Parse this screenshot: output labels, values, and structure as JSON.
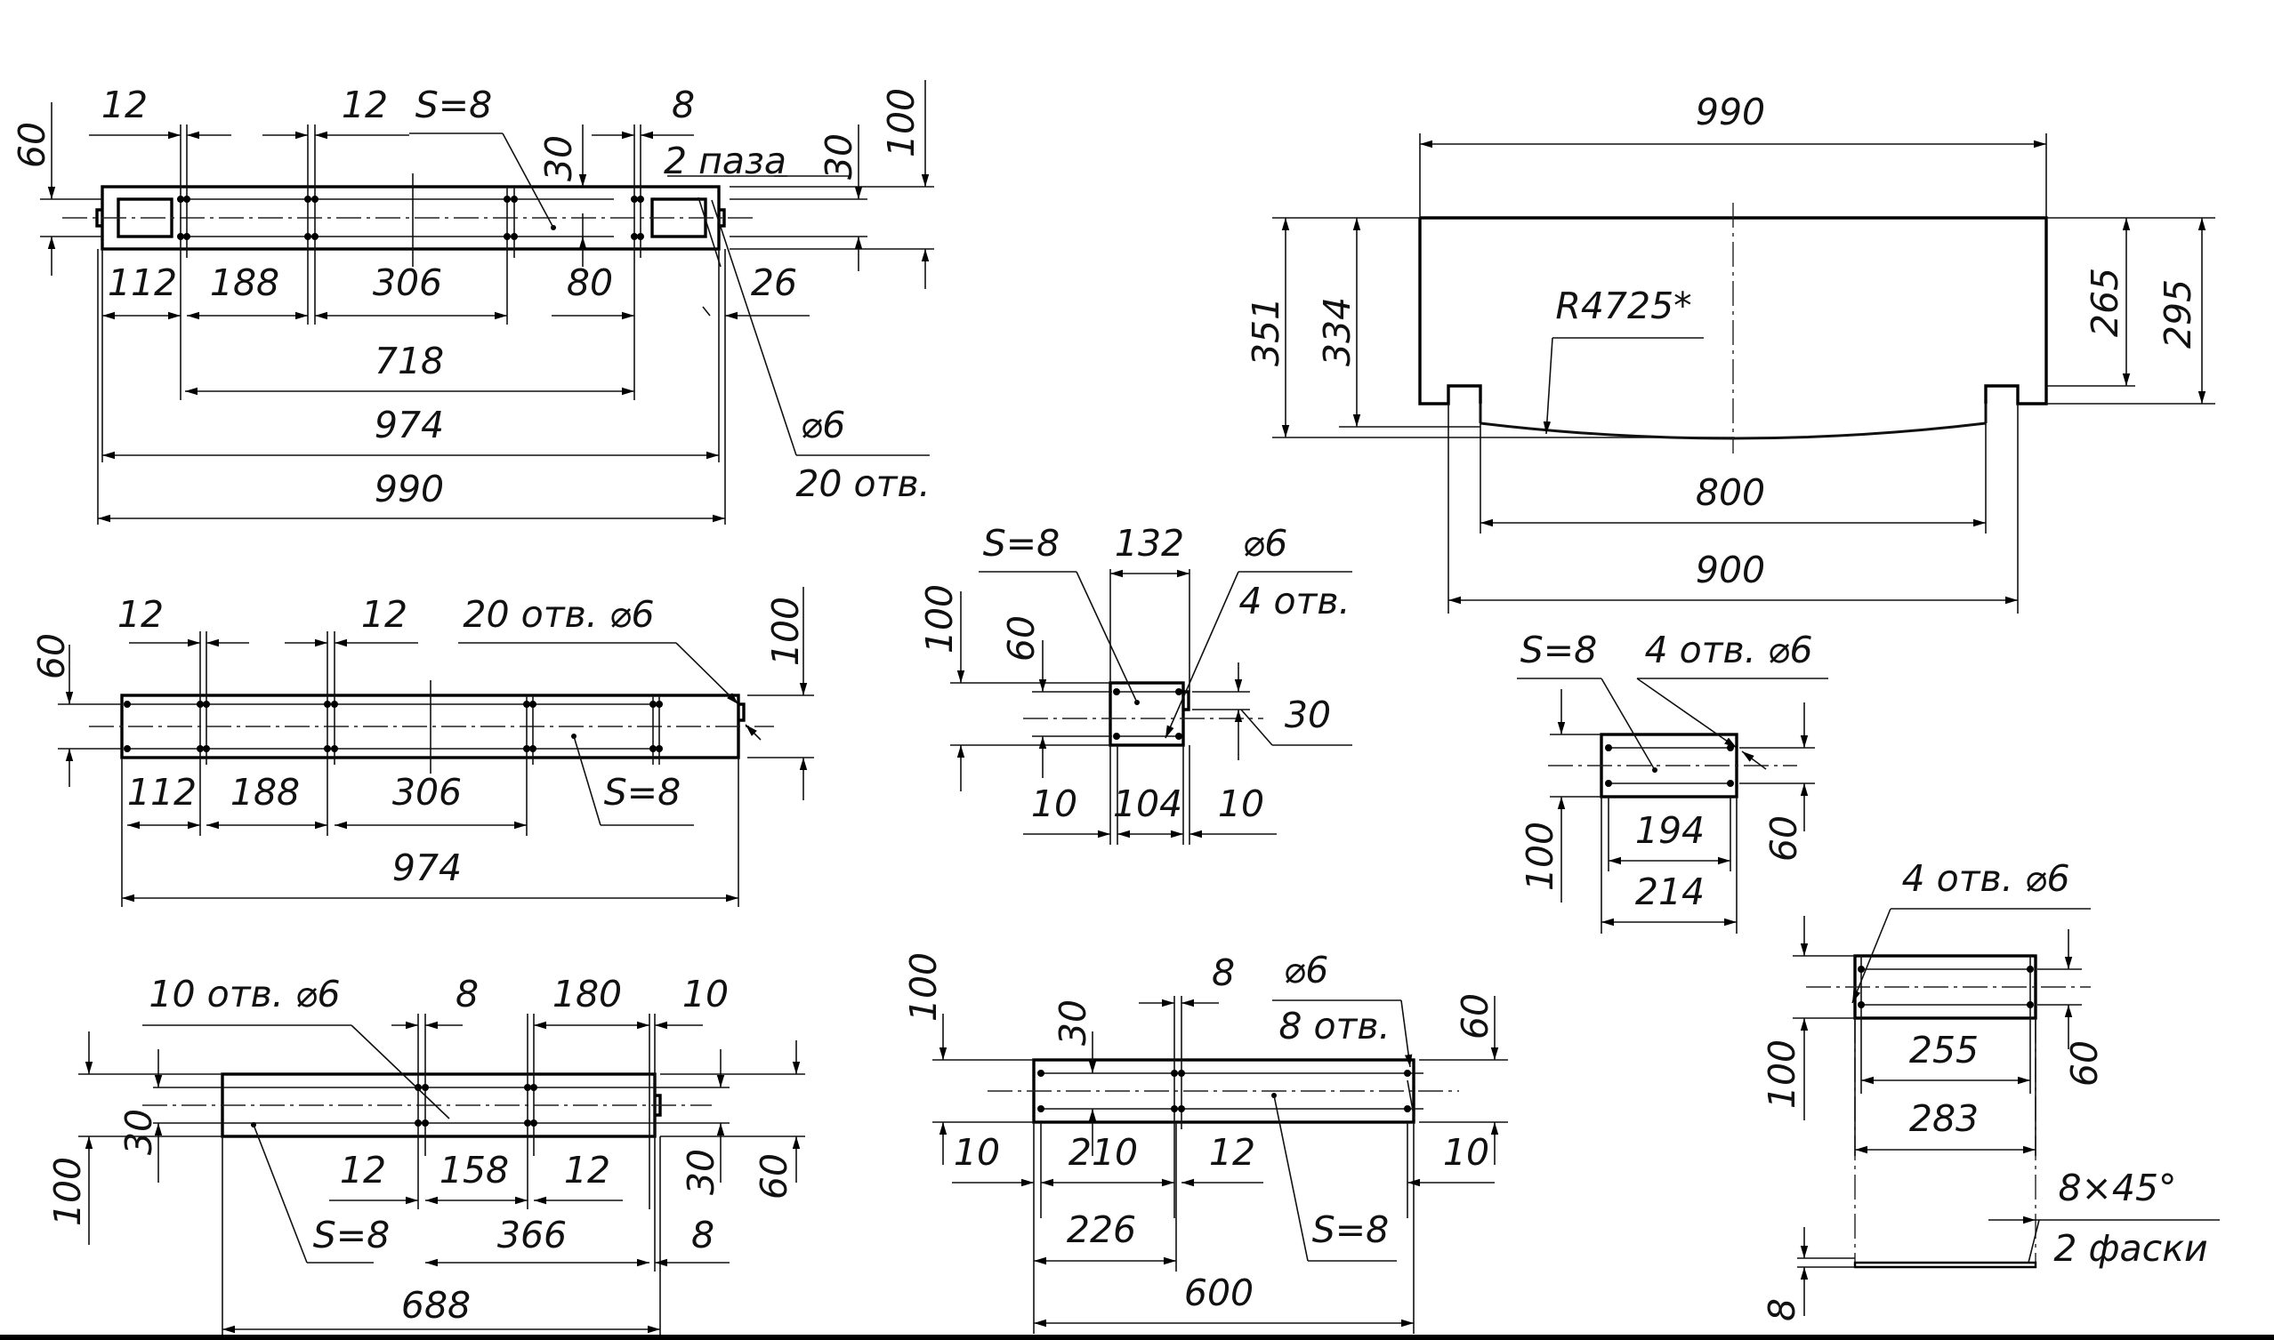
{
  "drawing": {
    "part1": {
      "dims_top": [
        "12",
        "12",
        "S=8",
        "8",
        "30",
        "30",
        "100"
      ],
      "note_slots": "2 паза",
      "left_height": "60",
      "dims_bottom": [
        "112",
        "188",
        "306",
        "80",
        "26"
      ],
      "total_718": "718",
      "total_974": "974",
      "total_990": "990",
      "hole_dia": "⌀6",
      "hole_count": "20 отв."
    },
    "part2": {
      "dims_top": [
        "12",
        "12"
      ],
      "note_holes": "20 отв. ⌀6",
      "left_height": "60",
      "right_height": "100",
      "dims_bottom": [
        "112",
        "188",
        "306"
      ],
      "thickness": "S=8",
      "total": "974"
    },
    "part3": {
      "note_holes": "10 отв. ⌀6",
      "dims_top": [
        "8",
        "180",
        "10"
      ],
      "left_dims": [
        "100",
        "30"
      ],
      "right_dims": [
        "30",
        "60"
      ],
      "dims_bottom": [
        "12",
        "158",
        "12"
      ],
      "thickness": "S=8",
      "dim_366": "366",
      "dim_8": "8",
      "total": "688"
    },
    "part4": {
      "thickness": "S=8",
      "top_width": "132",
      "hole_dia": "⌀6",
      "hole_count": "4 отв.",
      "left_dims": [
        "100",
        "60"
      ],
      "right_dim": "30",
      "dims_bottom": [
        "10",
        "104",
        "10"
      ]
    },
    "part5": {
      "left_dims": [
        "100",
        "30"
      ],
      "dims_top": [
        "8",
        "⌀6"
      ],
      "hole_count": "8 отв.",
      "right_dims": [
        "60",
        "10"
      ],
      "dims_bottom": [
        "10",
        "210",
        "12"
      ],
      "dim_226": "226",
      "thickness": "S=8",
      "total": "600"
    },
    "part6": {
      "top_width": "990",
      "left_dims": [
        "351",
        "334"
      ],
      "radius": "R4725*",
      "right_dims": [
        "265",
        "295"
      ],
      "dim_800": "800",
      "dim_900": "900"
    },
    "part7": {
      "thickness": "S=8",
      "note_holes": "4 отв. ⌀6",
      "left_dim": "100",
      "dim_194": "194",
      "right_dim": "60",
      "dim_214": "214"
    },
    "part8": {
      "note_holes": "4 отв. ⌀6",
      "left_dim": "100",
      "dim_255": "255",
      "right_dim": "60",
      "dim_283": "283",
      "chamfer": "8×45°",
      "chamfer_note": "2 фаски",
      "bottom_dim": "8"
    }
  }
}
